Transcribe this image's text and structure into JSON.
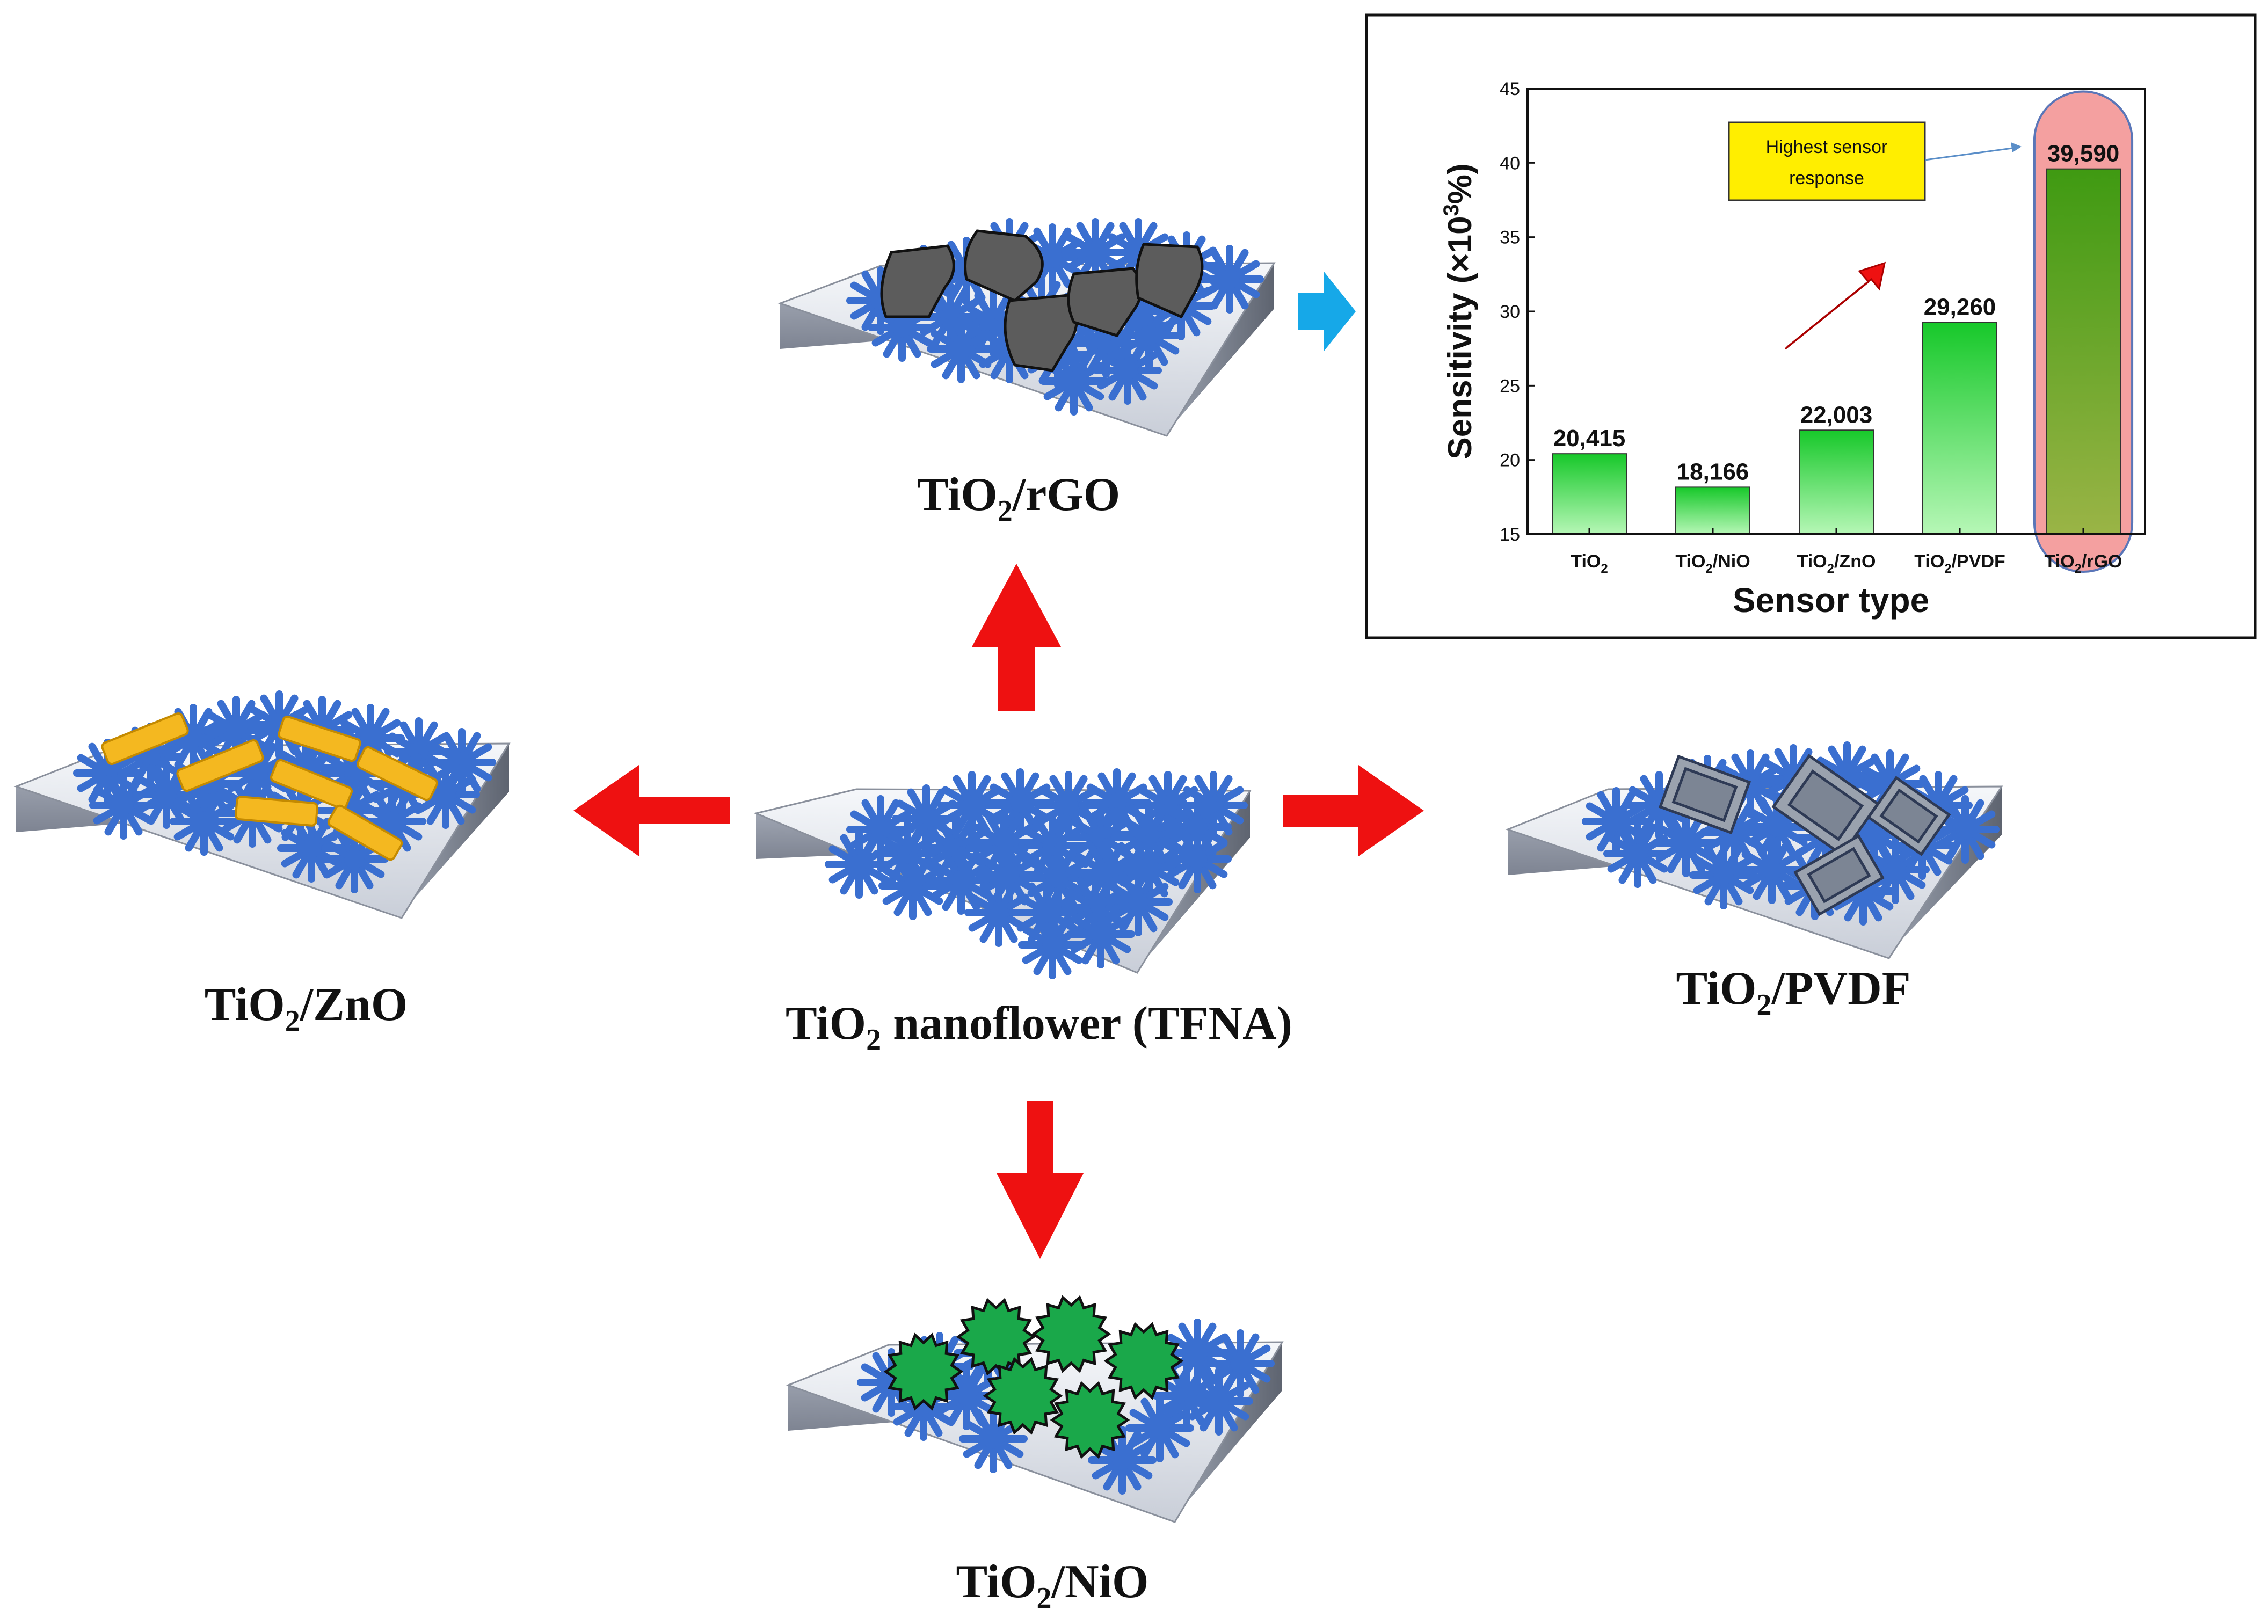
{
  "labels": {
    "tfna": {
      "main": "TiO",
      "sub": "2",
      "rest": " nanoflower (TFNA)"
    },
    "rgo": {
      "main": "TiO",
      "sub": "2",
      "rest": "/rGO"
    },
    "zno": {
      "main": "TiO",
      "sub": "2",
      "rest": "/ZnO"
    },
    "pvdf": {
      "main": "TiO",
      "sub": "2",
      "rest": "/PVDF"
    },
    "nio": {
      "main": "TiO",
      "sub": "2",
      "rest": "/NiO"
    }
  },
  "colors": {
    "arrow": "#ee1111",
    "inset_arrow": "#16a8e8",
    "flower": "#3a6fd0",
    "rod": "#f4b820",
    "nio_particle": "#1aa84a",
    "rgo_sheet": "#5c5c5c",
    "pvdf_cube": "#9aa2ae",
    "bar": "#2ecb3a",
    "highlight": "#f4a0a0",
    "callout": "#ffee00"
  },
  "chart_data": {
    "type": "bar",
    "categories": [
      {
        "main": "TiO",
        "sub": "2",
        "rest": ""
      },
      {
        "main": "TiO",
        "sub": "2",
        "rest": "/NiO"
      },
      {
        "main": "TiO",
        "sub": "2",
        "rest": "/ZnO"
      },
      {
        "main": "TiO",
        "sub": "2",
        "rest": "/PVDF"
      },
      {
        "main": "TiO",
        "sub": "2",
        "rest": "/rGO"
      }
    ],
    "values": [
      20.415,
      18.166,
      22.003,
      29.26,
      39.59
    ],
    "data_labels": [
      "20,415",
      "18,166",
      "22,003",
      "29,260",
      "39,590"
    ],
    "ylim": [
      15,
      45
    ],
    "yticks": [
      15,
      20,
      25,
      30,
      35,
      40,
      45
    ],
    "ylabel": {
      "main": "Sensitivity (×10",
      "sup": "3",
      "rest": "%)"
    },
    "xlabel": "Sensor type",
    "highlight_index": 4,
    "callout": [
      "Highest sensor",
      "response"
    ]
  }
}
